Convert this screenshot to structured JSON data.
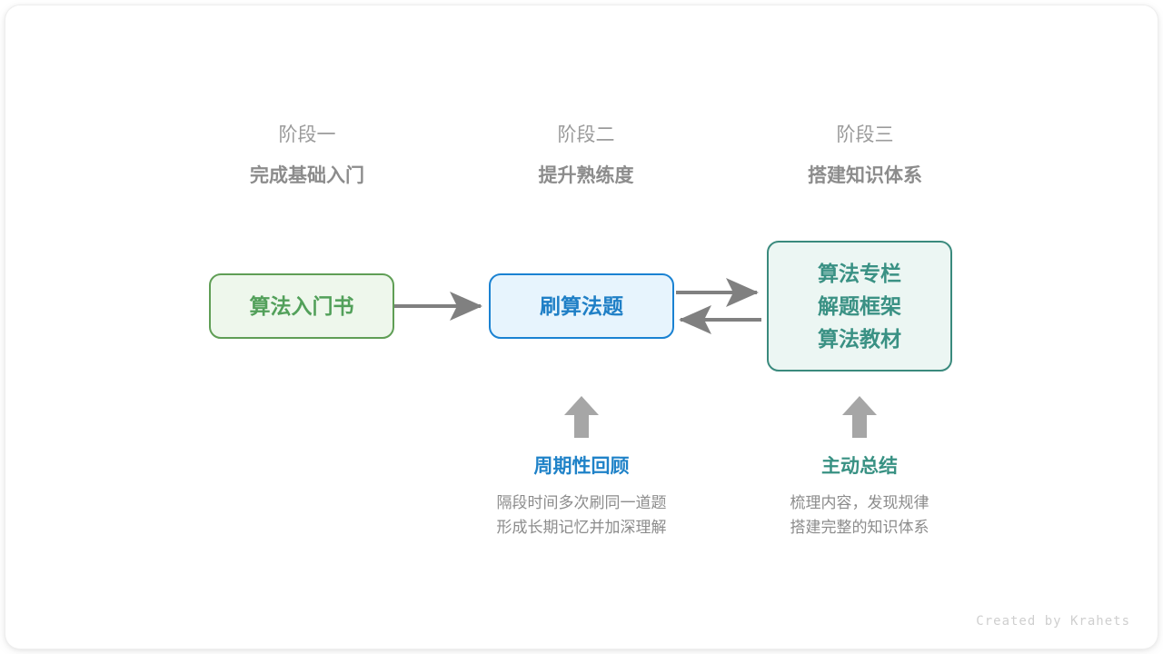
{
  "stages": [
    {
      "phase": "阶段一",
      "title": "完成基础入门"
    },
    {
      "phase": "阶段二",
      "title": "提升熟练度"
    },
    {
      "phase": "阶段三",
      "title": "搭建知识体系"
    }
  ],
  "nodes": [
    {
      "id": "node-intro-book",
      "lines": [
        "算法入门书"
      ],
      "color": "#52a05a",
      "border": "#5f9e55",
      "fill": "#eef7ec"
    },
    {
      "id": "node-practice",
      "lines": [
        "刷算法题"
      ],
      "color": "#1f7fc6",
      "border": "#1a82d2",
      "fill": "#e7f4fd"
    },
    {
      "id": "node-resources",
      "lines": [
        "算法专栏",
        "解题框架",
        "算法教材"
      ],
      "color": "#3a9184",
      "border": "#3a8a7d",
      "fill": "#ecf6f3"
    }
  ],
  "annotations": [
    {
      "id": "annotation-periodic-review",
      "title": "周期性回顾",
      "title_color": "#1f82c8",
      "desc_lines": [
        "隔段时间多次刷同一道题",
        "形成长期记忆并加深理解"
      ],
      "arrow": "up-arrow-icon"
    },
    {
      "id": "annotation-active-summary",
      "title": "主动总结",
      "title_color": "#389183",
      "desc_lines": [
        "梳理内容，发现规律",
        "搭建完整的知识体系"
      ],
      "arrow": "up-arrow-icon"
    }
  ],
  "edges": [
    {
      "id": "edge-book-to-practice",
      "direction": "right",
      "color": "#808080"
    },
    {
      "id": "edge-practice-to-resources",
      "direction": "right",
      "color": "#808080"
    },
    {
      "id": "edge-resources-to-practice",
      "direction": "left",
      "color": "#808080"
    }
  ],
  "credit": "Created by Krahets",
  "colors": {
    "arrow_gray": "#808080",
    "block_arrow_gray": "#a6a6a6",
    "header_gray": "#8c8c8c",
    "phase_gray": "#9b9b9b",
    "desc_gray": "#8c8c8c",
    "credit_gray": "#cfcfcf",
    "background": "#ffffff"
  }
}
